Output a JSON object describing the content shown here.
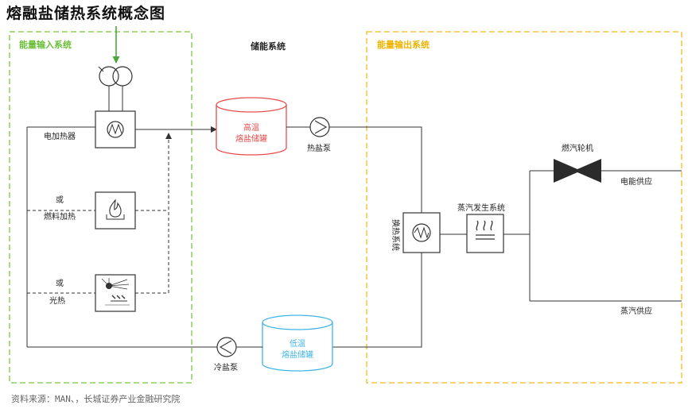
{
  "title": "熔融盐储热系统概念图",
  "sections": {
    "input": "能量输入系统",
    "storage": "储能系统",
    "output": "能量输出系统"
  },
  "labels": {
    "electric_heater": "电加热器",
    "or_1": "或",
    "fuel_heating": "燃料加热",
    "or_2": "或",
    "solar_heat": "光热",
    "hot_tank_line1": "高温",
    "hot_tank_line2": "熔盐储罐",
    "hot_pump": "热盐泵",
    "cold_tank_line1": "低温",
    "cold_tank_line2": "熔盐储罐",
    "cold_pump": "冷盐泵",
    "heat_exchange": "换热系统",
    "steam_generator": "蒸汽发生系统",
    "turbine": "燃汽轮机",
    "power_supply": "电能供应",
    "steam_supply": "蒸汽供应"
  },
  "source": "资料来源：MAN、，长城证券产业金融研究院",
  "colors": {
    "input_border": "#8fcf5a",
    "input_title": "#6cbf3a",
    "output_border": "#f5c242",
    "output_title": "#f0b400",
    "hot_tank": "#e84b4b",
    "cold_tank": "#3fb4e6",
    "line": "#333333",
    "grid_arrow": "#4aa83a",
    "turbine": "#2b2b2b"
  },
  "icons": [
    "transformer-icon",
    "heat-exchanger-icon",
    "flame-icon",
    "solar-icon",
    "pump-icon",
    "steam-icon",
    "turbine-icon"
  ]
}
